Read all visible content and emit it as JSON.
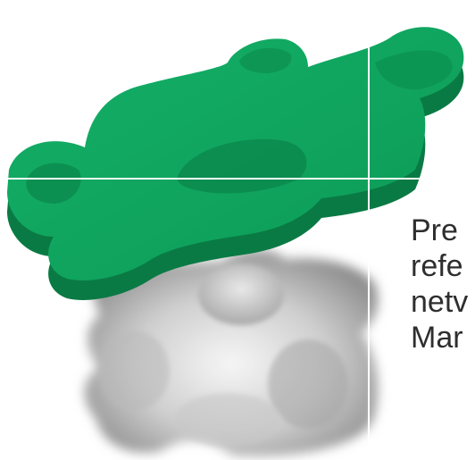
{
  "illustration": {
    "subject": "puzzle-piece-icon",
    "shadow": "puzzle-hole-icon",
    "colors": {
      "piece_top": "#0fa45f",
      "piece_side": "#0b7a45",
      "hole_light": "#f2f2f2",
      "hole_shadow": "#9a9a9a",
      "guide_lines": "#ffffff"
    }
  },
  "text": {
    "lines": [
      "Pre",
      "refe",
      "netv",
      "Mar"
    ]
  }
}
